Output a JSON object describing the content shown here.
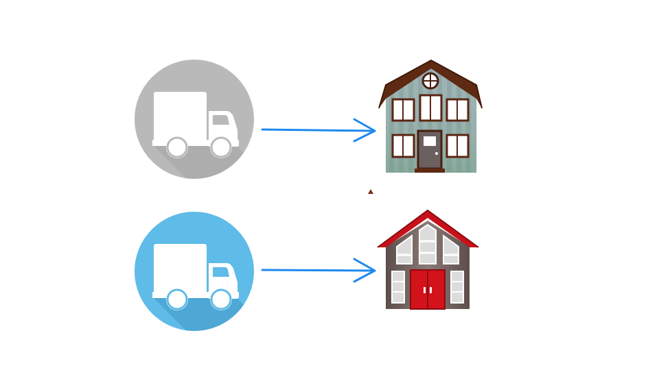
{
  "rows": [
    {
      "id": "top",
      "truck_circle_color": "#b9b9b9",
      "truck_shadow_color": "#a4a4a4",
      "arrow_color": "#1e88f0",
      "house": "gray-barn-house",
      "house_roof_color": "#5e2a12",
      "house_wall_color": "#8fa7a7"
    },
    {
      "id": "bottom",
      "truck_circle_color": "#5fbbe8",
      "truck_shadow_color": "#4ea6d3",
      "arrow_color": "#1e88f0",
      "house": "red-roof-house",
      "house_roof_color": "#c8111a",
      "house_wall_color": "#6e5d59"
    }
  ],
  "icons": {
    "truck": "delivery-truck-icon",
    "arrow": "right-arrow-icon",
    "house_top": "barn-house-icon",
    "house_bottom": "red-house-icon"
  }
}
